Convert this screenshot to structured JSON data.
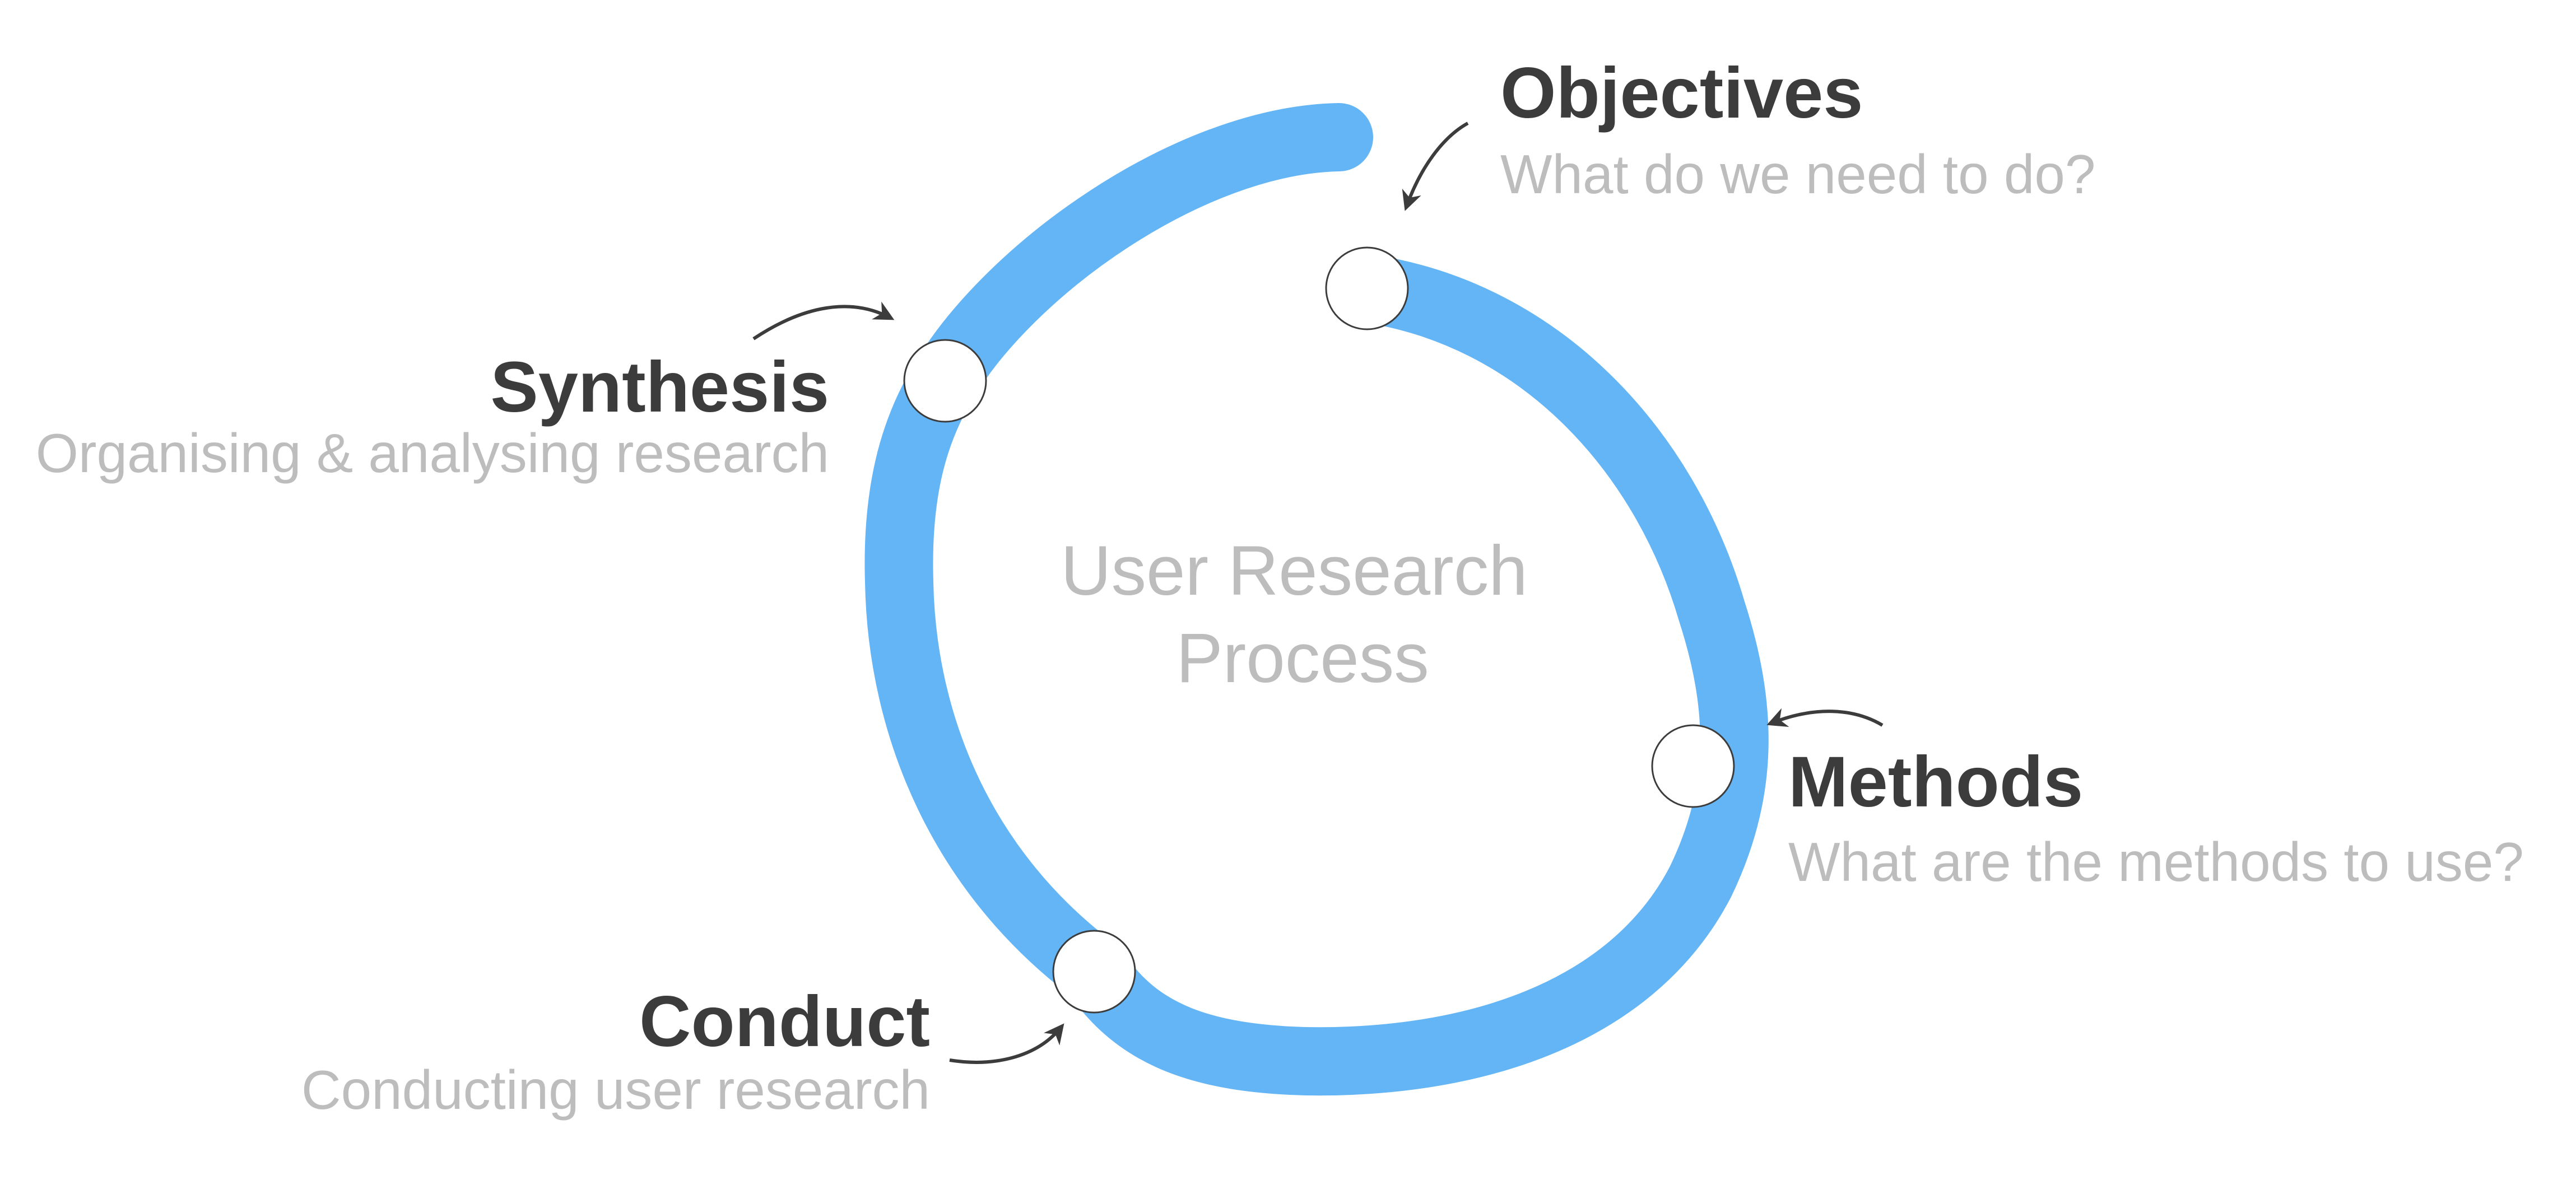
{
  "center": {
    "line1": "User Research",
    "line2": "Process"
  },
  "stages": {
    "objectives": {
      "title": "Objectives",
      "description": "What do we need to do?"
    },
    "methods": {
      "title": "Methods",
      "description": "What are the methods to use?"
    },
    "conduct": {
      "title": "Conduct",
      "description": "Conducting user research"
    },
    "synthesis": {
      "title": "Synthesis",
      "description": "Organising & analysing research"
    }
  },
  "colors": {
    "ring": "#64b5f6",
    "title": "#3c3c3c",
    "description": "#bdbdbd",
    "center_text": "#bdbdbd",
    "arrow": "#3c3c3c",
    "node_fill": "#ffffff",
    "node_stroke": "#3c3c3c"
  }
}
